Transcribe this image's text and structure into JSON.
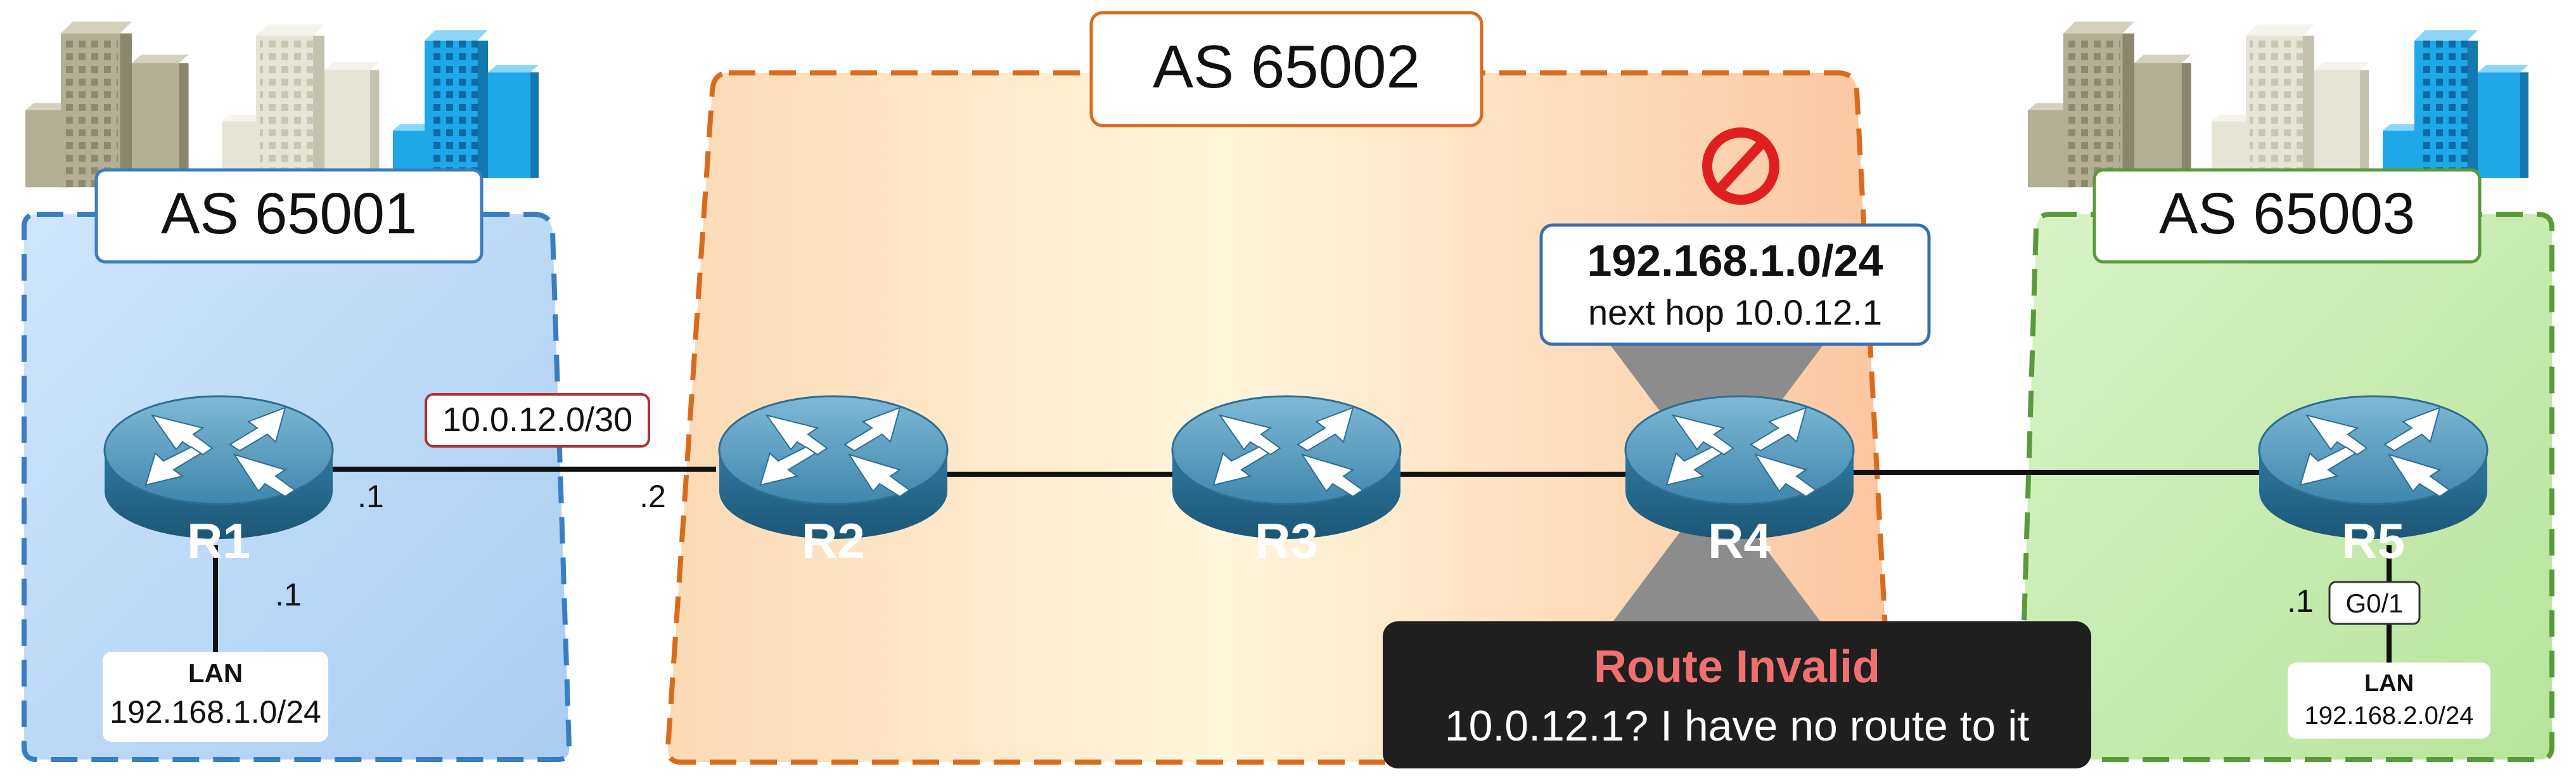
{
  "as_left": {
    "label": "AS 65001"
  },
  "as_mid": {
    "label": "AS 65002"
  },
  "as_right": {
    "label": "AS 65003"
  },
  "routers": {
    "r1": "R1",
    "r2": "R2",
    "r3": "R3",
    "r4": "R4",
    "r5": "R5"
  },
  "link_r1_r2": {
    "subnet": "10.0.12.0/30",
    "r1_host": ".1",
    "r2_host": ".2"
  },
  "lan_left": {
    "host": ".1",
    "title": "LAN",
    "subnet": "192.168.1.0/24"
  },
  "lan_right": {
    "host": ".1",
    "interface": "G0/1",
    "title": "LAN",
    "subnet": "192.168.2.0/24"
  },
  "route_callout": {
    "prefix": "192.168.1.0/24",
    "next_hop": "next hop 10.0.12.1"
  },
  "invalid_callout": {
    "title": "Route Invalid",
    "message": "10.0.12.1? I have no route to it"
  },
  "colors": {
    "as_left_border": "#3a7dc0",
    "as_mid_border": "#d96b1e",
    "as_right_border": "#5a9a3c",
    "subnet_tag_border": "#b33030",
    "invalid_title": "#f07070",
    "prohibit_icon": "#e02020"
  }
}
